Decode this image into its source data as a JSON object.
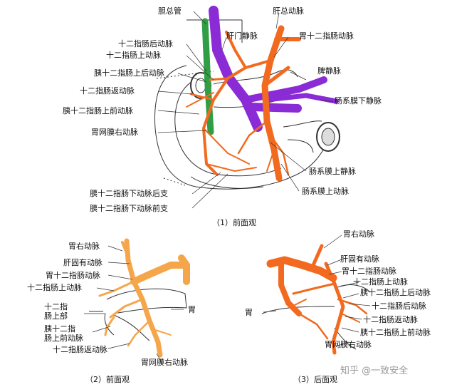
{
  "colors": {
    "artery": "#f26a1f",
    "artery_light": "#f6a64a",
    "portal_vein": "#8a2bd6",
    "bile_duct": "#2f9e44",
    "outline": "#333333"
  },
  "figure1": {
    "caption": "（1）前面观",
    "labels": {
      "bile_duct": "胆总管",
      "common_hepatic_artery": "肝总动脉",
      "portal_vein": "肝门静脉",
      "gastroduodenal_artery": "胃十二指肠动脉",
      "post_duodenal_a": "十二指肠后动脉",
      "supraduodenal_a": "十二指肠上动脉",
      "post_sup_panc_duod_a": "胰十二指肠上后动脉",
      "duod_recurrent_a": "十二指肠返动脉",
      "splenic_vein": "脾静脉",
      "inf_mesenteric_vein": "肠系膜下静脉",
      "ant_sup_panc_duod_a": "胰十二指肠上前动脉",
      "right_gastroepiploic_a": "胃网膜右动脉",
      "sup_mesenteric_vein": "肠系膜上静脉",
      "sup_mesenteric_artery": "肠系膜上动脉",
      "inf_panc_duod_post_branch": "胰十二指肠下动脉后支",
      "inf_panc_duod_ant_branch": "胰十二指肠下动脉前支"
    }
  },
  "figure2": {
    "caption": "（2）前面观",
    "labels": {
      "right_gastric_a": "胃右动脉",
      "proper_hepatic_a": "肝固有动脉",
      "gastroduodenal_a": "胃十二指肠动脉",
      "supraduodenal_a": "十二指肠上动脉",
      "duodenum_superior": "十二指\n肠上部",
      "stomach": "胃",
      "ant_sup_panc_duod_a": "胰十二指\n肠上前动脉",
      "duod_recurrent_a": "十二指肠返动脉",
      "right_gastroepiploic_a": "胃网膜右动脉"
    }
  },
  "figure3": {
    "caption": "（3）后面观",
    "labels": {
      "right_gastric_a": "胃右动脉",
      "proper_hepatic_a": "肝固有动脉",
      "gastroduodenal_a": "胃十二指肠动脉",
      "supraduodenal_a": "十二指肠上动脉",
      "post_sup_panc_duod_a": "胰十二指肠上后动脉",
      "stomach": "胃",
      "post_duodenal_a": "十二指肠后动脉",
      "duod_recurrent_a": "十二指肠返动脉",
      "ant_sup_panc_duod_a": "胰十二指肠上前动脉",
      "right_gastroepiploic_a": "胃网膜右动脉"
    }
  },
  "watermark": "知乎 @一致安全"
}
